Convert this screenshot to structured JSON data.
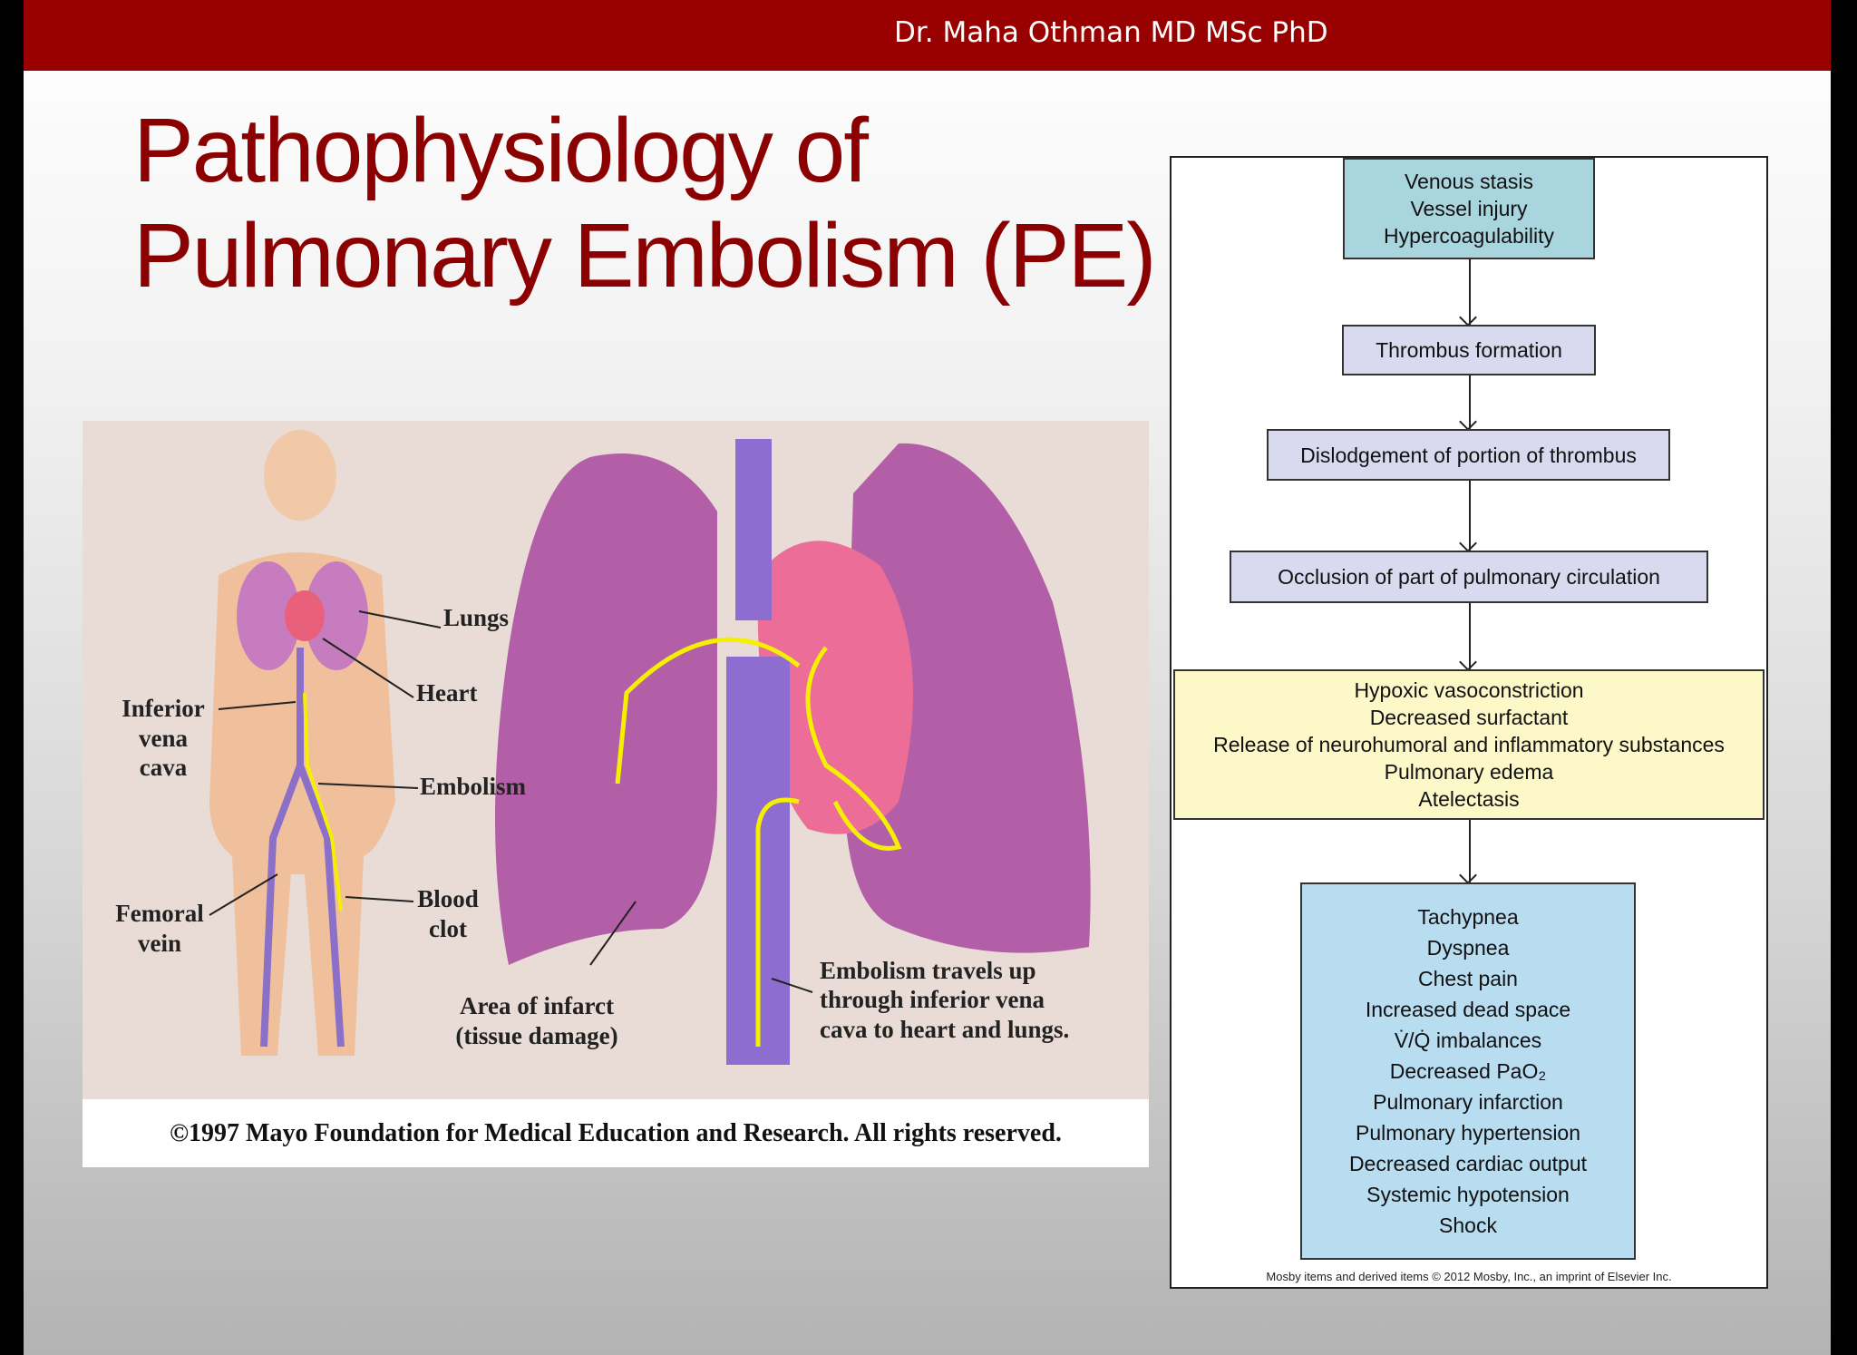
{
  "header": {
    "author": "Dr. Maha Othman MD MSc PhD"
  },
  "title": {
    "line1": "Pathophysiology of",
    "line2": "Pulmonary Embolism (PE)"
  },
  "illustration": {
    "labels": {
      "lungs": "Lungs",
      "heart": "Heart",
      "ivc": [
        "Inferior",
        "vena",
        "cava"
      ],
      "embolism": "Embolism",
      "femoral": [
        "Femoral",
        "vein"
      ],
      "clot": [
        "Blood",
        "clot"
      ],
      "infarct": [
        "Area of infarct",
        "(tissue damage)"
      ],
      "travels": [
        "Embolism travels up",
        "through inferior vena",
        "cava to heart and lungs."
      ]
    },
    "caption": "©1997 Mayo Foundation for Medical Education and Research.  All rights reserved."
  },
  "flowchart": {
    "boxes": [
      {
        "lines": [
          "Venous stasis",
          "Vessel injury",
          "Hypercoagulability"
        ],
        "color": "#a9d5df"
      },
      {
        "lines": [
          "Thrombus formation"
        ],
        "color": "#d9d9f0"
      },
      {
        "lines": [
          "Dislodgement of portion of thrombus"
        ],
        "color": "#d9d9f0"
      },
      {
        "lines": [
          "Occlusion of part of pulmonary circulation"
        ],
        "color": "#d9d9f0"
      },
      {
        "lines": [
          "Hypoxic vasoconstriction",
          "Decreased surfactant",
          "Release of neurohumoral and inflammatory substances",
          "Pulmonary edema",
          "Atelectasis"
        ],
        "color": "#fdf8c8"
      },
      {
        "lines": [
          "Tachypnea",
          "Dyspnea",
          "Chest pain",
          "Increased dead space",
          "V̇/Q̇ imbalances",
          "Decreased PaO₂",
          "Pulmonary infarction",
          "Pulmonary hypertension",
          "Decreased cardiac output",
          "Systemic hypotension",
          "Shock"
        ],
        "color": "#b8dcf0"
      }
    ],
    "credit": "Mosby items and derived items © 2012 Mosby, Inc., an imprint of Elsevier Inc."
  }
}
